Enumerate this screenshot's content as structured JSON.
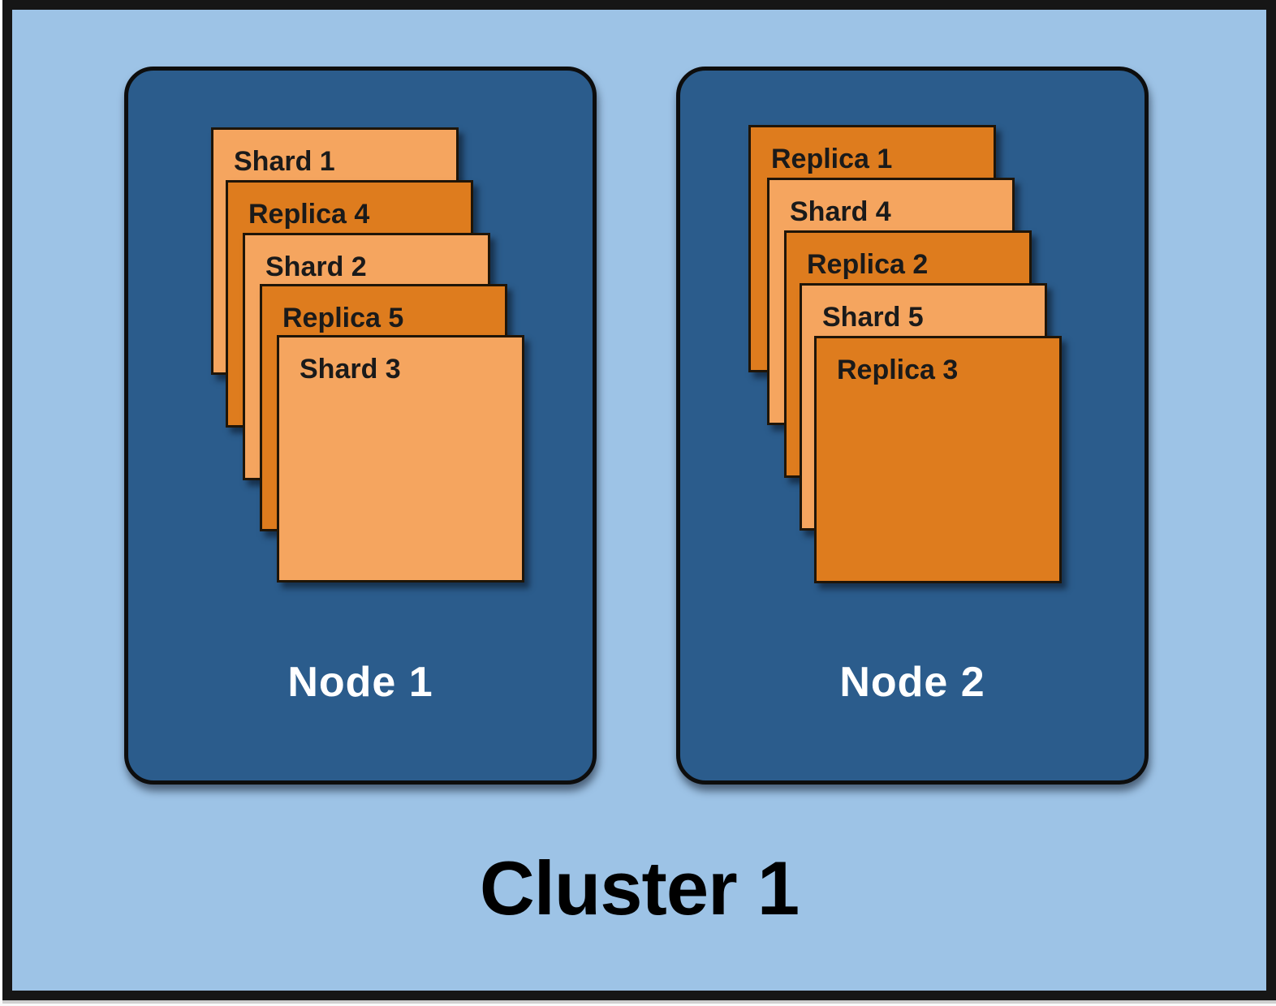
{
  "diagram": {
    "cluster": {
      "label": "Cluster 1"
    },
    "nodes": [
      {
        "label": "Node 1",
        "cards": [
          {
            "label": "Shard 1",
            "type": "shard"
          },
          {
            "label": "Replica 4",
            "type": "replica"
          },
          {
            "label": "Shard 2",
            "type": "shard"
          },
          {
            "label": "Replica 5",
            "type": "replica"
          },
          {
            "label": "Shard 3",
            "type": "shard"
          }
        ]
      },
      {
        "label": "Node 2",
        "cards": [
          {
            "label": "Replica 1",
            "type": "replica"
          },
          {
            "label": "Shard 4",
            "type": "shard"
          },
          {
            "label": "Replica 2",
            "type": "replica"
          },
          {
            "label": "Shard 5",
            "type": "shard"
          },
          {
            "label": "Replica 3",
            "type": "replica"
          }
        ]
      }
    ],
    "colors": {
      "background": "#9DC3E6",
      "node_fill": "#2B5C8C",
      "shard_fill": "#F5A55F",
      "replica_fill": "#DE7C1E",
      "node_label_color": "#FFFFFF",
      "card_label_color": "#1A1A1A",
      "cluster_label_color": "#000000"
    }
  }
}
